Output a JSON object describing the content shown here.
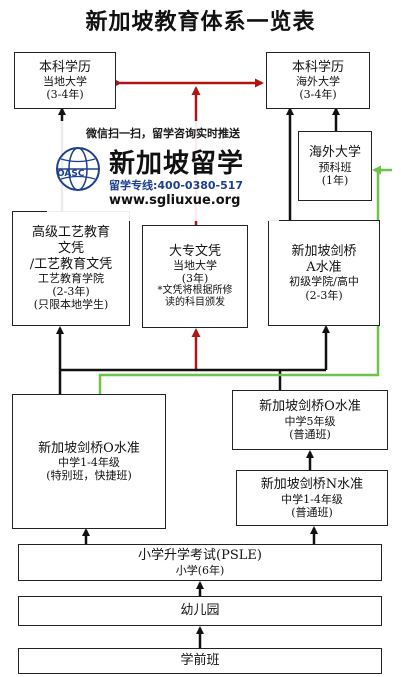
{
  "title": "新加坡教育体系一览表",
  "colors": {
    "red": "#b01414",
    "green": "#6fc24a",
    "black": "#111111"
  },
  "boxes": {
    "local_bachelor": {
      "title": "本科学历",
      "line2": "当地大学",
      "line3": "(3-4年)"
    },
    "overseas_bachelor": {
      "title": "本科学历",
      "line2": "海外大学",
      "line3": "(3-4年)"
    },
    "overseas_prep": {
      "title": "海外大学",
      "line2": "预科班",
      "line3": "(1年)"
    },
    "higher_nitec": {
      "title": "高级工艺教育",
      "line2": "文凭",
      "line3": "/工艺教育文凭",
      "line4": "工艺教育学院",
      "line5": "(2-3年)",
      "line6": "(只限本地学生)"
    },
    "diploma": {
      "title": "大专文凭",
      "line2": "当地大学",
      "line3": "(3年)",
      "line4": "*文凭将根据所修",
      "line5": "读的科目颁发"
    },
    "a_level": {
      "title": "新加坡剑桥",
      "line2": "A水准",
      "line3": "初级学院/高中",
      "line4": "(2-3年)"
    },
    "o_level_special": {
      "title": "新加坡剑桥O水准",
      "line2": "中学1-4年级",
      "line3": "(特别班，快捷班)"
    },
    "o_level_normal": {
      "title": "新加坡剑桥O水准",
      "line2": "中学5年级",
      "line3": "(普通班)"
    },
    "n_level": {
      "title": "新加坡剑桥N水准",
      "line2": "中学1-4年级",
      "line3": "(普通班)"
    },
    "psle": {
      "title": "小学升学考试(PSLE)",
      "line2": "小学(6年)"
    },
    "kindergarten": {
      "title": "幼儿园"
    },
    "preschool": {
      "title": "学前班"
    }
  },
  "watermark": {
    "slogan": "微信扫一扫，留学咨询实时推送",
    "logo_text": "OASC",
    "brand": "新加坡留学",
    "hotline": "留学专线:400-0380-517",
    "url": "www.sgliuxue.org",
    "logo_icon": "globe-icon"
  }
}
